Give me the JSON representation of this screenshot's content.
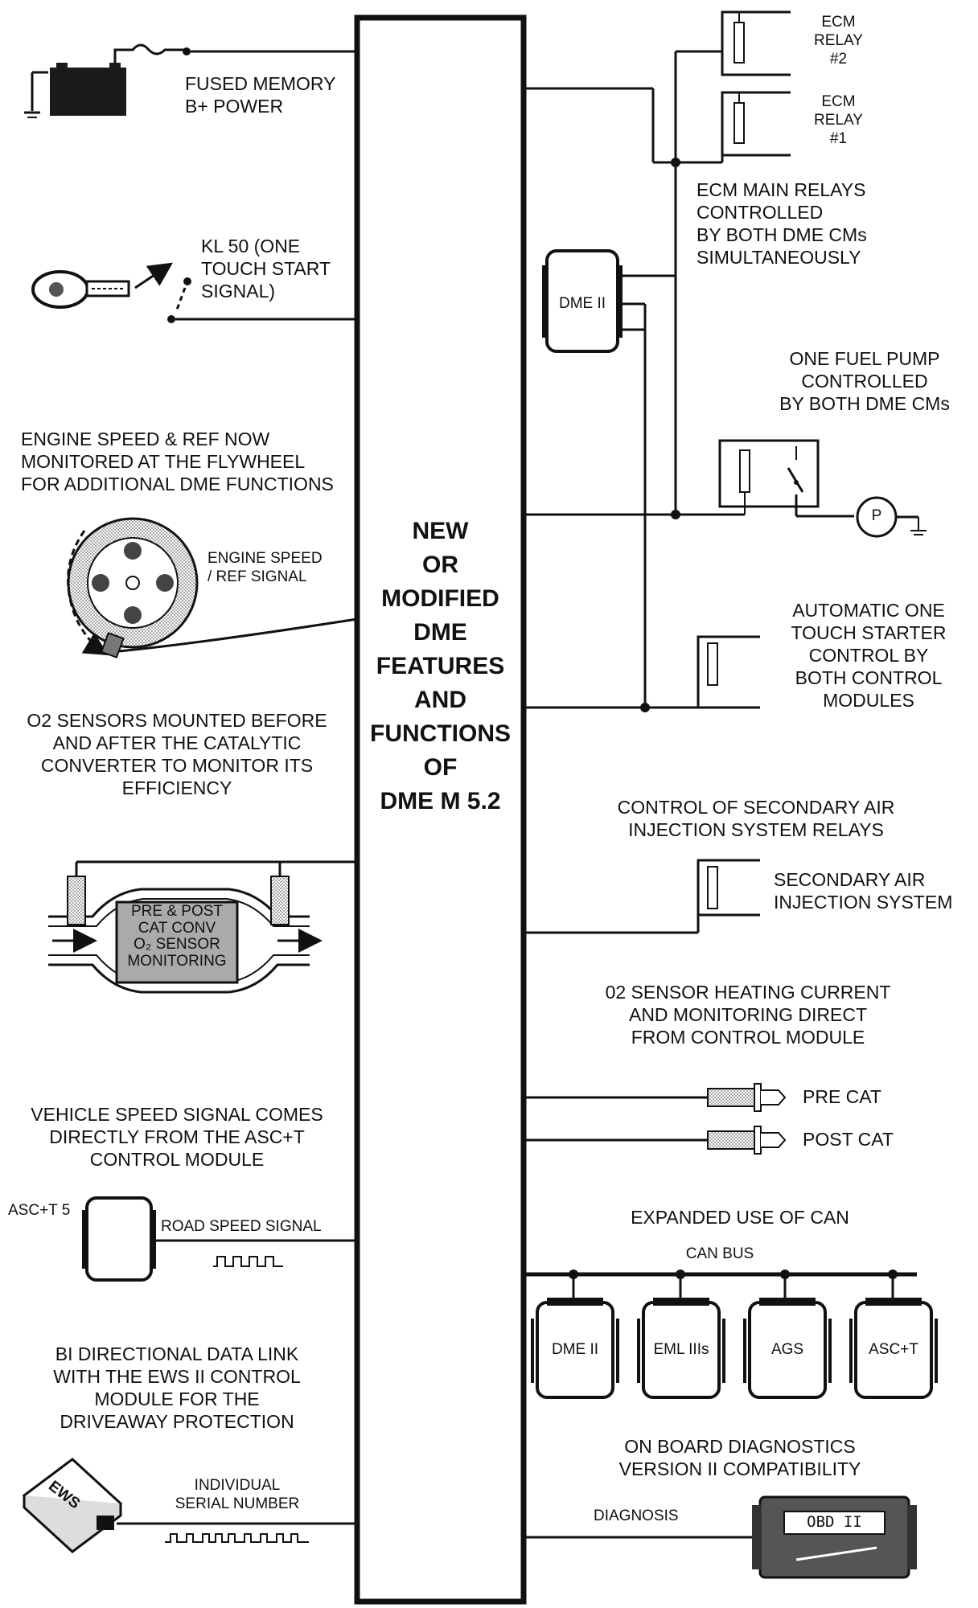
{
  "center": {
    "lines": [
      "NEW",
      "OR",
      "MODIFIED",
      "DME",
      "FEATURES",
      "AND",
      "FUNCTIONS",
      "OF",
      "DME M 5.2"
    ]
  },
  "left": {
    "fused_power": [
      "FUSED MEMORY",
      "B+ POWER"
    ],
    "kl50": [
      "KL 50 (ONE",
      "TOUCH START",
      "SIGNAL)"
    ],
    "engine_speed": [
      "ENGINE SPEED & REF NOW",
      "MONITORED AT THE FLYWHEEL",
      "FOR ADDITIONAL DME FUNCTIONS"
    ],
    "engine_speed_signal": [
      "ENGINE SPEED",
      "/ REF SIGNAL"
    ],
    "o2_sensors": [
      "O2 SENSORS MOUNTED BEFORE",
      "AND AFTER THE CATALYTIC",
      "CONVERTER TO MONITOR ITS",
      "EFFICIENCY"
    ],
    "cat_box": [
      "PRE & POST",
      "CAT CONV",
      "O₂ SENSOR",
      "MONITORING"
    ],
    "vehicle_speed": [
      "VEHICLE SPEED SIGNAL COMES",
      "DIRECTLY FROM THE ASC+T",
      "CONTROL MODULE"
    ],
    "asc_label": "ASC+T 5",
    "road_speed": "ROAD SPEED SIGNAL",
    "bi_directional": [
      "BI DIRECTIONAL DATA LINK",
      "WITH THE EWS II CONTROL",
      "MODULE FOR THE",
      "DRIVEAWAY PROTECTION"
    ],
    "ews_label": "EWS",
    "serial": [
      "INDIVIDUAL",
      "SERIAL NUMBER"
    ]
  },
  "right": {
    "relay2": [
      "ECM",
      "RELAY",
      "#2"
    ],
    "relay1": [
      "ECM",
      "RELAY",
      "#1"
    ],
    "main_relays": [
      "ECM MAIN RELAYS",
      "CONTROLLED",
      "BY BOTH DME CMs",
      "SIMULTANEOUSLY"
    ],
    "dme2_label": "DME II",
    "fuel_pump": [
      "ONE FUEL PUMP",
      "CONTROLLED",
      "BY BOTH DME CMs"
    ],
    "pump_symbol": "P",
    "starter": [
      "AUTOMATIC ONE",
      "TOUCH STARTER",
      "CONTROL BY",
      "BOTH CONTROL",
      "MODULES"
    ],
    "secondary_title": [
      "CONTROL OF SECONDARY AIR",
      "INJECTION SYSTEM RELAYS"
    ],
    "secondary_sys": [
      "SECONDARY AIR",
      "INJECTION SYSTEM"
    ],
    "o2_heating": [
      "02 SENSOR HEATING CURRENT",
      "AND MONITORING DIRECT",
      "FROM CONTROL MODULE"
    ],
    "pre_cat": "PRE CAT",
    "post_cat": "POST CAT",
    "can_title": "EXPANDED USE OF CAN",
    "can_bus": "CAN BUS",
    "modules": [
      "DME II",
      "EML IIIs",
      "AGS",
      "ASC+T"
    ],
    "obd_title": [
      "ON BOARD DIAGNOSTICS",
      "VERSION II COMPATIBILITY"
    ],
    "diagnosis": "DIAGNOSIS",
    "obd_screen": "OBD II"
  },
  "colors": {
    "ink": "#111111",
    "fill_dark": "#1a1a1a",
    "hatch": "#9a9a9a"
  }
}
